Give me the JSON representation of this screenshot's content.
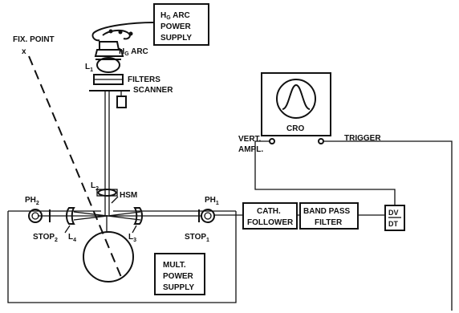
{
  "labels": {
    "hg_supply_1": "H",
    "hg_supply_1_sub": "G",
    "hg_supply_1_rest": " ARC",
    "hg_supply_2": "POWER",
    "hg_supply_3": "SUPPLY",
    "fix_point": "FIX. POINT",
    "fix_point_mark": "x",
    "l1": "L",
    "l1_sub": "1",
    "hg_arc": "H",
    "hg_arc_sub": "G",
    "hg_arc_rest": " ARC",
    "filters": "FILTERS",
    "scanner": "SCANNER",
    "cro": "CRO",
    "vert_ampl_1": "VERT.",
    "vert_ampl_2": "AMPL.",
    "trigger": "TRIGGER",
    "l2": "L",
    "l2_sub": "2",
    "hsm": "HSM",
    "ph2": "PH",
    "ph2_sub": "2",
    "ph1": "PH",
    "ph1_sub": "1",
    "stop2": "STOP",
    "stop2_sub": "2",
    "l4": "L",
    "l4_sub": "4",
    "l3": "L",
    "l3_sub": "3",
    "stop1": "STOP",
    "stop1_sub": "1",
    "cath_1": "CATH.",
    "cath_2": "FOLLOWER",
    "band_1": "BAND PASS",
    "band_2": "FILTER",
    "dv_num": "DV",
    "dv_den": "DT",
    "mult_1": "MULT.",
    "mult_2": "POWER",
    "mult_3": "SUPPLY"
  }
}
